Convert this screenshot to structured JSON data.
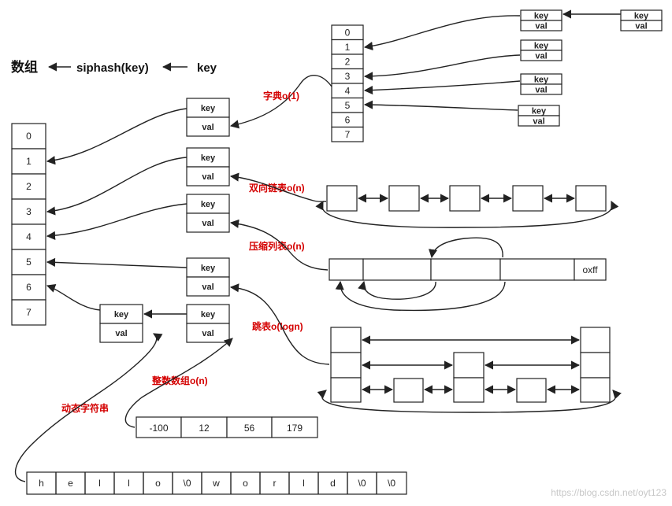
{
  "header": {
    "array_label": "数组",
    "hash_label": "siphash(key)",
    "key_label": "key"
  },
  "main_array": {
    "indices": [
      "0",
      "1",
      "2",
      "3",
      "4",
      "5",
      "6",
      "7"
    ]
  },
  "dict_array": {
    "indices": [
      "0",
      "1",
      "2",
      "3",
      "4",
      "5",
      "6",
      "7"
    ]
  },
  "entry": {
    "key": "key",
    "val": "val"
  },
  "labels": {
    "dict": "字典o(1)",
    "linked_list": "双向链表o(n)",
    "ziplist": "压缩列表o(n)",
    "skiplist": "跳表o(logn)",
    "intset": "整数数组o(n)",
    "sds": "动态字符串"
  },
  "ziplist": {
    "end_marker": "oxff"
  },
  "intset": {
    "values": [
      "-100",
      "12",
      "56",
      "179"
    ]
  },
  "sds": {
    "chars": [
      "h",
      "e",
      "l",
      "l",
      "o",
      "\\0",
      "w",
      "o",
      "r",
      "l",
      "d",
      "\\0",
      "\\0"
    ]
  },
  "watermark": "https://blog.csdn.net/oyt123"
}
